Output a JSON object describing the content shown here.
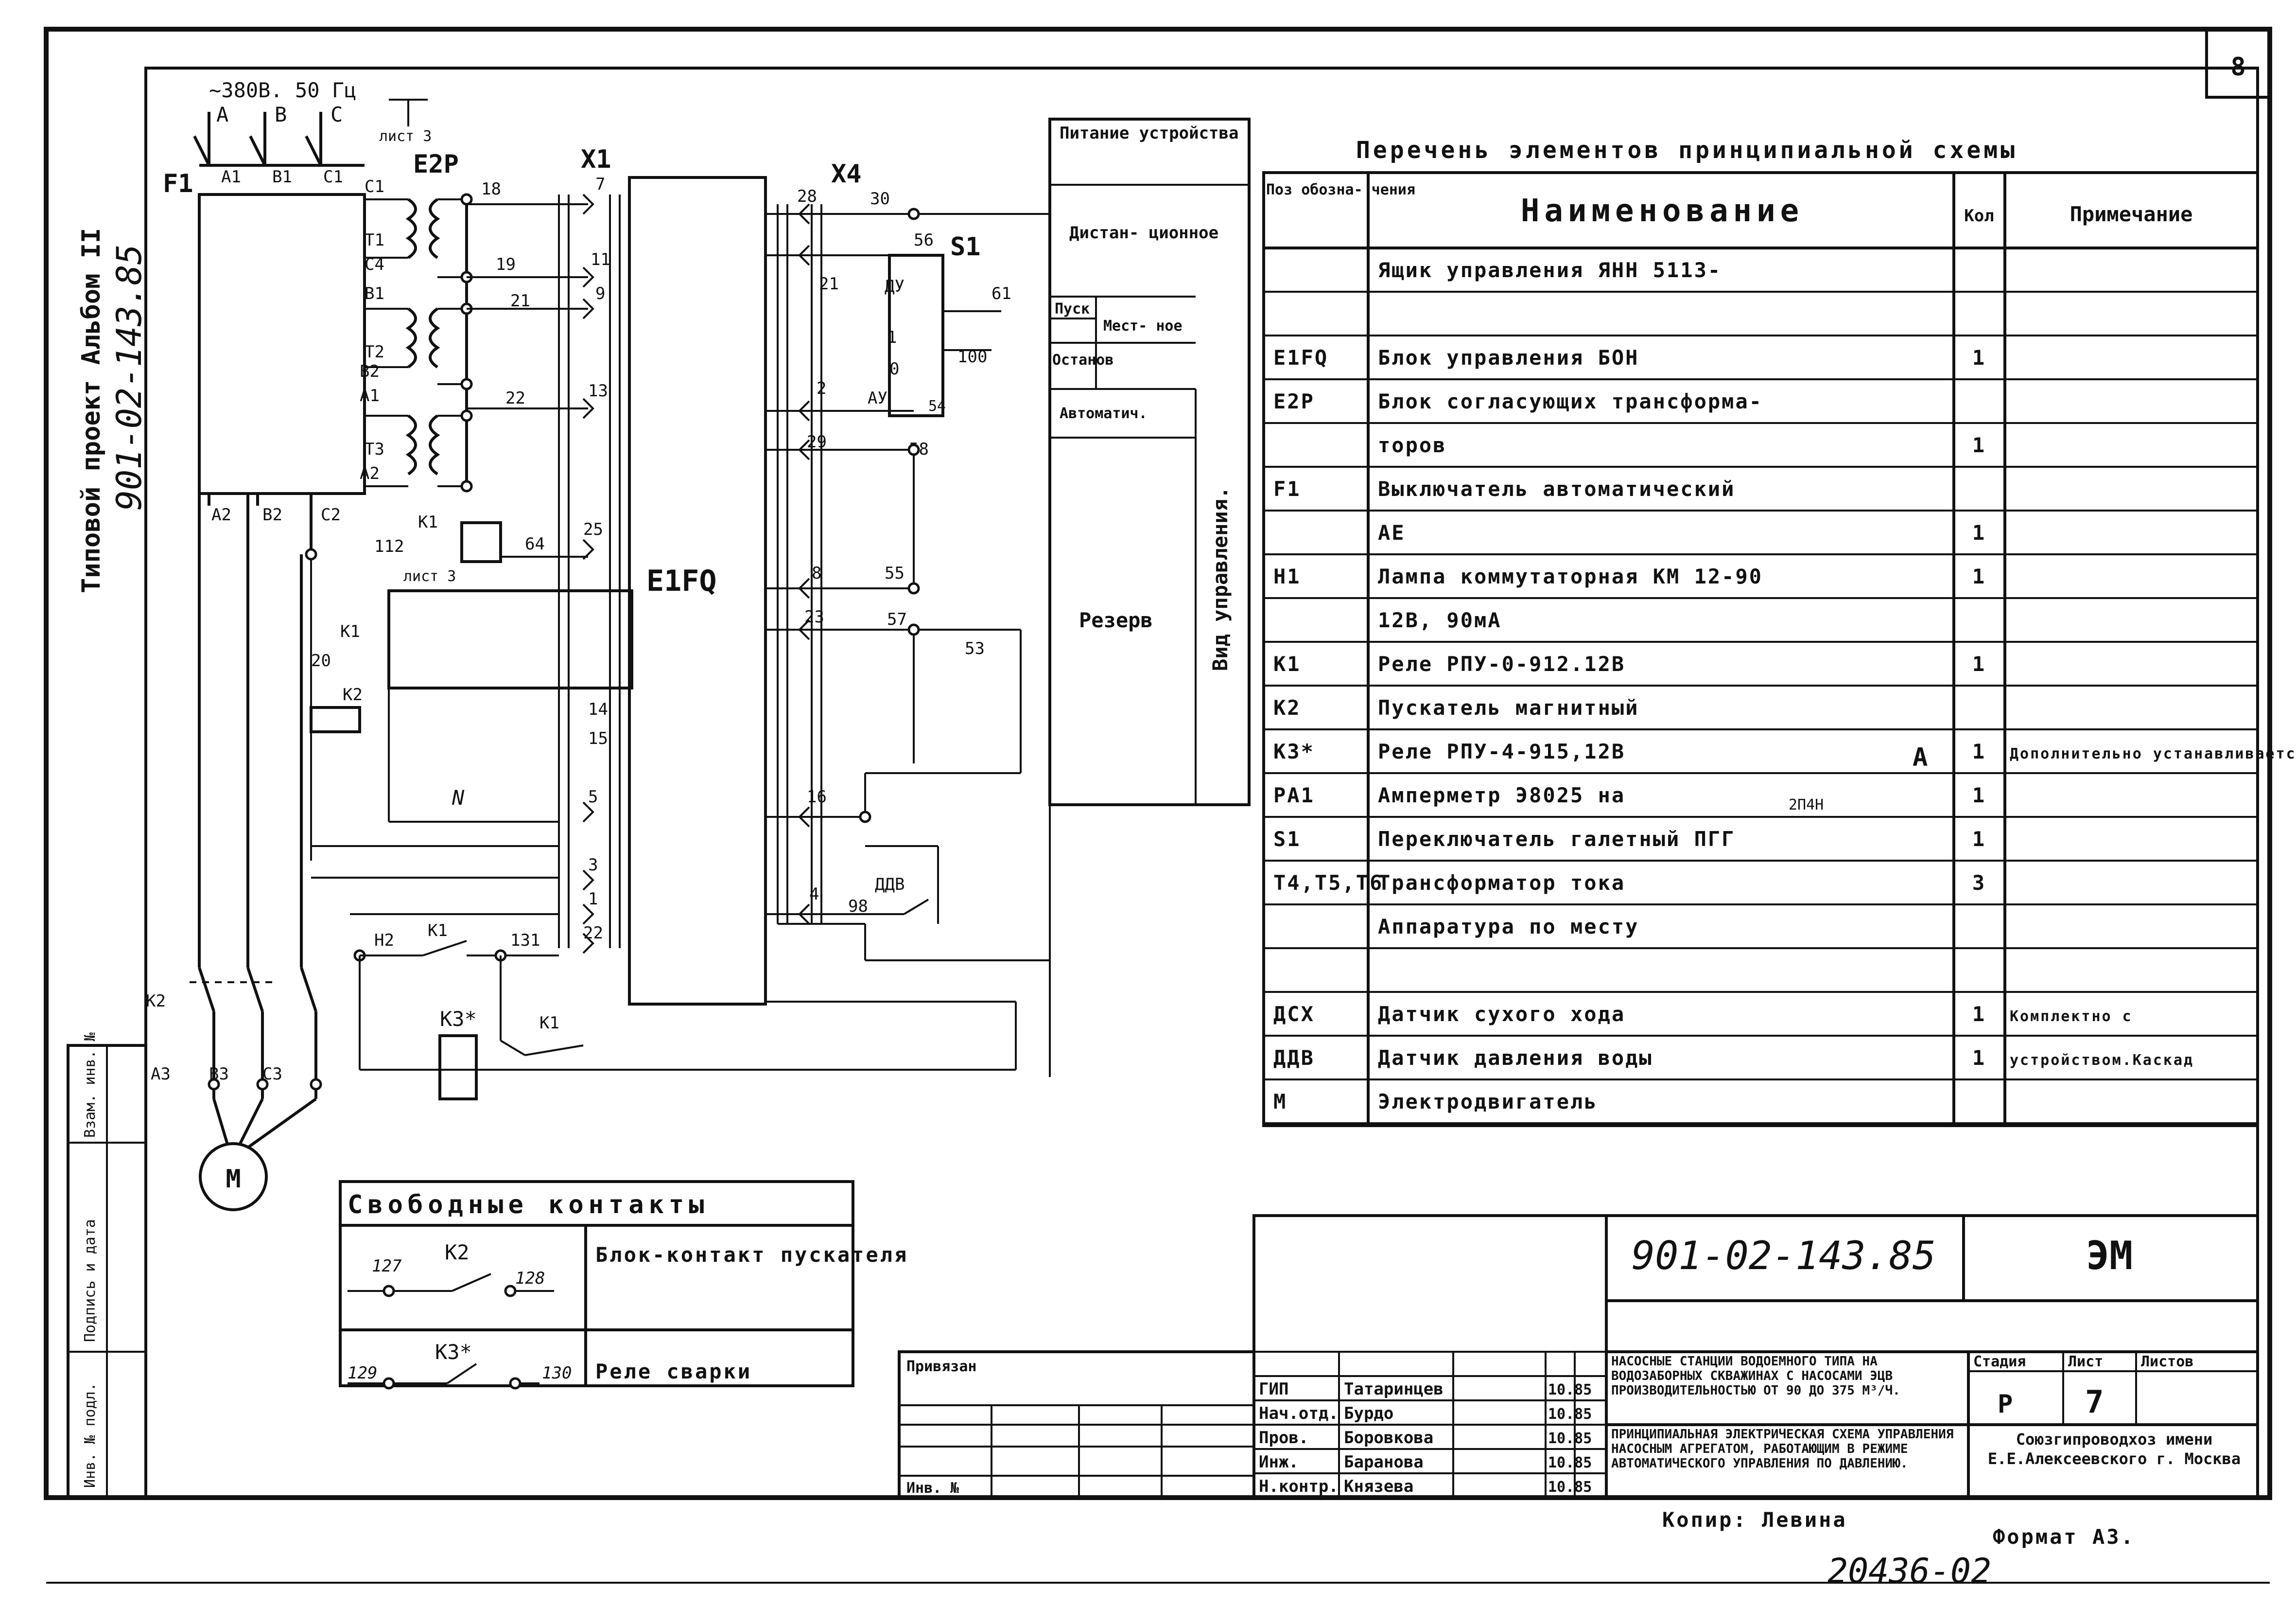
{
  "sheet": {
    "sheet_number": "8",
    "side_title": "Типовой проект   Альбом II",
    "side_code": "901-02-143.85",
    "copied_by": "Копир: Левина",
    "format": "Формат А3.",
    "archive_number": "20436-02"
  },
  "side_stamp": {
    "cells": [
      "Инв. № подл.",
      "Подпись и дата",
      "Взам. инв. №"
    ]
  },
  "schematic": {
    "supply": "~380В. 50 Гц",
    "supply_ref": "лист 3",
    "phases": [
      "А",
      "В",
      "С"
    ],
    "f1": "F1",
    "f1_terms_in": [
      "А1",
      "В1",
      "С1"
    ],
    "f1_terms_out": [
      "А2",
      "В2",
      "С2"
    ],
    "e2p": "Е2Р",
    "e2p_terms_left": [
      "С1",
      "Т1",
      "С4",
      "В1",
      "Т2",
      "В2",
      "А1",
      "Т3",
      "А2"
    ],
    "e2p_wires": [
      "18",
      "19",
      "21",
      "22"
    ],
    "x1": "Х1",
    "x1_terms": [
      "7",
      "11",
      "9",
      "13",
      "25",
      "14",
      "15",
      "5",
      "3",
      "1",
      "22"
    ],
    "e1fq": "Е1FQ",
    "x4": "Х4",
    "x4_terms": [
      "28",
      "21",
      "2",
      "29",
      "8",
      "23",
      "16",
      "4"
    ],
    "s1": "S1",
    "s1_wires": [
      "30",
      "56",
      "61",
      "100",
      "58",
      "55",
      "57",
      "53",
      "98"
    ],
    "s1_labels": [
      "ДУ",
      "АУ",
      "1",
      "0",
      "54"
    ],
    "ddv": "ДДВ",
    "h2": "Н2",
    "h1_ref": "лист 3",
    "k1": "К1",
    "k2": "К2",
    "k3": "К3*",
    "wire_20": "20",
    "wire_64": "64",
    "wire_112": "112",
    "wire_131": "131",
    "neutral": "N",
    "motor_terms": [
      "А3",
      "В3",
      "С3"
    ],
    "motor": "М"
  },
  "mode_table": {
    "rows": [
      "Питание устройства",
      "Дистан- ционное",
      "Пуск",
      "Мест- ное",
      "Останов",
      "Автоматич.",
      "Резерв"
    ],
    "vertical": "Вид управления."
  },
  "free_contacts": {
    "title": "Свободные контакты",
    "rows": [
      {
        "device": "К2",
        "wires": [
          "127",
          "128"
        ],
        "name": "Блок-контакт пускателя"
      },
      {
        "device": "К3*",
        "wires": [
          "129",
          "130"
        ],
        "name": "Реле сварки"
      }
    ]
  },
  "elements_list": {
    "title": "Перечень элементов принципиальной схемы",
    "headers": [
      "Поз обозна- чения",
      "Наименование",
      "Кол",
      "Примечание"
    ],
    "rows": [
      {
        "pos": "",
        "name": "Ящик управления ЯНН 5113-",
        "qty": "",
        "note": ""
      },
      {
        "pos": "",
        "name": "",
        "qty": "",
        "note": ""
      },
      {
        "pos": "Е1FQ",
        "name": "Блок управления БОН",
        "qty": "1",
        "note": ""
      },
      {
        "pos": "Е2Р",
        "name": "Блок согласующих трансформа-",
        "qty": "",
        "note": ""
      },
      {
        "pos": "",
        "name": "торов",
        "qty": "1",
        "note": ""
      },
      {
        "pos": "F1",
        "name": "Выключатель автоматический",
        "qty": "",
        "note": ""
      },
      {
        "pos": "",
        "name": "АЕ",
        "qty": "1",
        "note": ""
      },
      {
        "pos": "Н1",
        "name": "Лампа коммутаторная КМ 12-90",
        "qty": "1",
        "note": ""
      },
      {
        "pos": "",
        "name": "12В, 90мА",
        "qty": "",
        "note": ""
      },
      {
        "pos": "К1",
        "name": "Реле РПУ-0-912.12В",
        "qty": "1",
        "note": ""
      },
      {
        "pos": "К2",
        "name": "Пускатель магнитный",
        "qty": "",
        "note": ""
      },
      {
        "pos": "К3*",
        "name": "Реле РПУ-4-915,12В",
        "qty": "1",
        "note": "Дополнительно устанавливается"
      },
      {
        "pos": "РА1",
        "name": "Амперметр Э8025 на",
        "qty": "1",
        "note": ""
      },
      {
        "pos": "S1",
        "name": "Переключатель галетный ПГГ",
        "qty": "1",
        "note": ""
      },
      {
        "pos": "Т4,Т5,Т6",
        "name": "Трансформатор тока",
        "qty": "3",
        "note": ""
      },
      {
        "pos": "",
        "name": "Аппаратура по месту",
        "qty": "",
        "note": ""
      },
      {
        "pos": "",
        "name": "",
        "qty": "",
        "note": ""
      },
      {
        "pos": "ДСХ",
        "name": "Датчик сухого хода",
        "qty": "1",
        "note": "Комплектно с"
      },
      {
        "pos": "ДДВ",
        "name": "Датчик давления воды",
        "qty": "1",
        "note": "устройством.Каскад"
      },
      {
        "pos": "М",
        "name": "Электродвигатель",
        "qty": "",
        "note": ""
      }
    ],
    "ammeter_unit": "А",
    "switch_suffix": "2П4Н"
  },
  "title_block": {
    "doc_code": "901-02-143.85",
    "doc_mark": "ЭМ",
    "privyazan": "Привязан",
    "inv": "Инв. №",
    "project_name": "Насосные станции водоемного типа на водозаборных скважинах с насосами ЭЦВ производительностью от 90 до 375 м³/ч.",
    "sheet_name": "Принципиальная электрическая схема управления насосным агрегатом, работающим в режиме автоматического управления по давлению.",
    "stage_label": "Стадия",
    "sheet_label": "Лист",
    "sheets_label": "Листов",
    "stage": "Р",
    "sheet_no": "7",
    "org": "Союзгипроводхоз имени Е.Е.Алексеевского г. Москва",
    "staff": [
      {
        "role": "ГИП",
        "name": "Татаринцев",
        "date": "10.85"
      },
      {
        "role": "Нач.отд.",
        "name": "Бурдо",
        "date": "10.85"
      },
      {
        "role": "Пров.",
        "name": "Боровкова",
        "date": "10.85"
      },
      {
        "role": "Инж.",
        "name": "Баранова",
        "date": "10.85"
      },
      {
        "role": "Н.контр.",
        "name": "Князева",
        "date": "10.85"
      }
    ]
  }
}
